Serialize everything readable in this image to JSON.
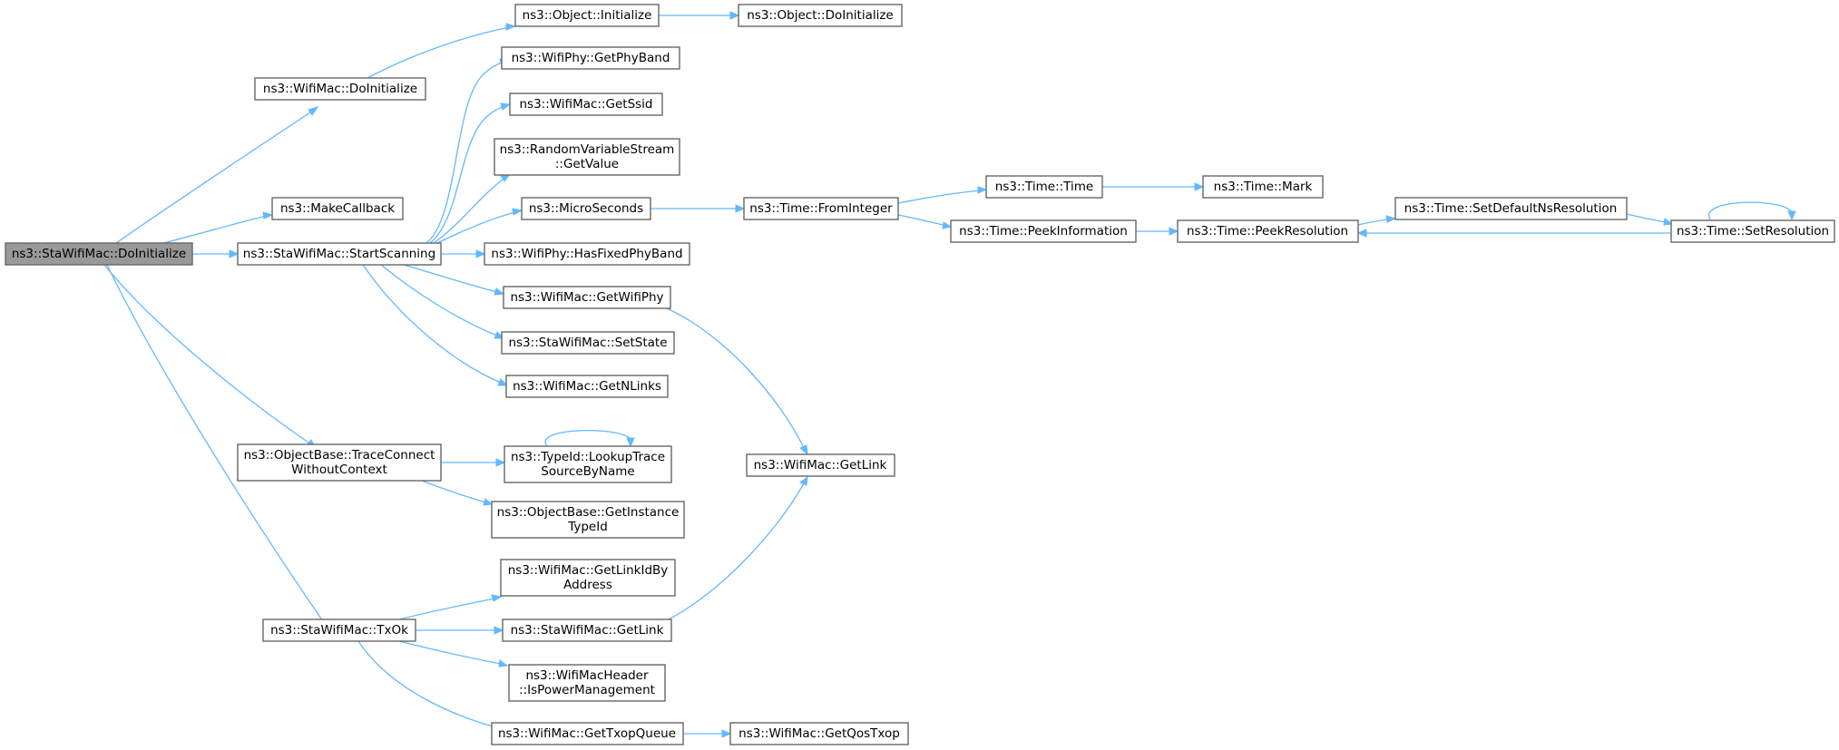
{
  "nodes": {
    "sta_doinit": [
      "ns3::StaWifiMac::DoInitialize"
    ],
    "wifi_doinit": [
      "ns3::WifiMac::DoInitialize"
    ],
    "obj_init": [
      "ns3::Object::Initialize"
    ],
    "obj_doinit": [
      "ns3::Object::DoInitialize"
    ],
    "make_cb": [
      "ns3::MakeCallback"
    ],
    "start_scan": [
      "ns3::StaWifiMac::StartScanning"
    ],
    "get_phyband": [
      "ns3::WifiPhy::GetPhyBand"
    ],
    "get_ssid": [
      "ns3::WifiMac::GetSsid"
    ],
    "rvs_getvalue": [
      "ns3::RandomVariableStream",
      "::GetValue"
    ],
    "microseconds": [
      "ns3::MicroSeconds"
    ],
    "has_fixed": [
      "ns3::WifiPhy::HasFixedPhyBand"
    ],
    "get_wifiphy": [
      "ns3::WifiMac::GetWifiPhy"
    ],
    "set_state": [
      "ns3::StaWifiMac::SetState"
    ],
    "get_nlinks": [
      "ns3::WifiMac::GetNLinks"
    ],
    "trace_connect": [
      "ns3::ObjectBase::TraceConnect",
      "WithoutContext"
    ],
    "lookup_trace": [
      "ns3::TypeId::LookupTrace",
      "SourceByName"
    ],
    "get_instance": [
      "ns3::ObjectBase::GetInstance",
      "TypeId"
    ],
    "txok": [
      "ns3::StaWifiMac::TxOk"
    ],
    "get_linkid": [
      "ns3::WifiMac::GetLinkIdBy",
      "Address"
    ],
    "sta_getlink": [
      "ns3::StaWifiMac::GetLink"
    ],
    "is_power": [
      "ns3::WifiMacHeader",
      "::IsPowerManagement"
    ],
    "get_txop": [
      "ns3::WifiMac::GetTxopQueue"
    ],
    "get_qos": [
      "ns3::WifiMac::GetQosTxop"
    ],
    "from_integer": [
      "ns3::Time::FromInteger"
    ],
    "time_time": [
      "ns3::Time::Time"
    ],
    "time_mark": [
      "ns3::Time::Mark"
    ],
    "peek_info": [
      "ns3::Time::PeekInformation"
    ],
    "peek_res": [
      "ns3::Time::PeekResolution"
    ],
    "set_default_ns": [
      "ns3::Time::SetDefaultNsResolution"
    ],
    "set_res": [
      "ns3::Time::SetResolution"
    ],
    "wifi_getlink": [
      "ns3::WifiMac::GetLink"
    ]
  },
  "colors": {
    "edge": "#63b8ff",
    "root_fill": "#999999",
    "node_border": "#666666"
  }
}
